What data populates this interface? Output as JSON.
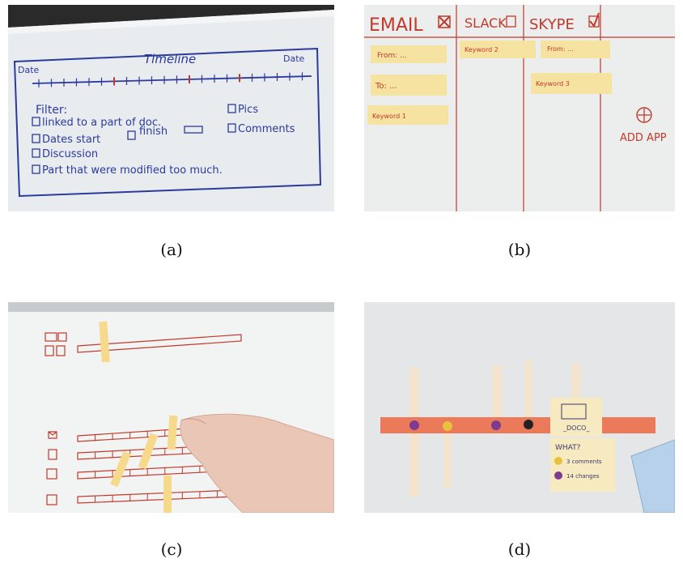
{
  "captions": {
    "a": "(a)",
    "b": "(b)",
    "c": "(c)",
    "d": "(d)"
  },
  "panel_a": {
    "title": "Timeline",
    "date_left": "Date",
    "date_right": "Date",
    "filter_label": "Filter:",
    "options": [
      "linked to a part of doc.",
      "Dates start",
      "finish",
      "Pics",
      "Comments",
      "Discussion",
      "Part that were modified too much."
    ]
  },
  "panel_b": {
    "headers": [
      "EMAIL",
      "SLACK",
      "SKYPE"
    ],
    "notes": [
      "From: ...",
      "To: ...",
      "Keyword 1",
      "Keyword 2",
      "From: ...",
      "Keyword 3"
    ],
    "add_app": "ADD APP"
  },
  "panel_d": {
    "note_label": "_DOCO_",
    "what_title": "WHAT?",
    "legend": [
      "3 comments",
      "14 changes"
    ]
  },
  "colors": {
    "paper": "#eef0ee",
    "ink_blue": "#2b3a9c",
    "ink_red": "#c0392b",
    "sticky": "#f6e3a1",
    "strip": "#ea7a5a"
  }
}
